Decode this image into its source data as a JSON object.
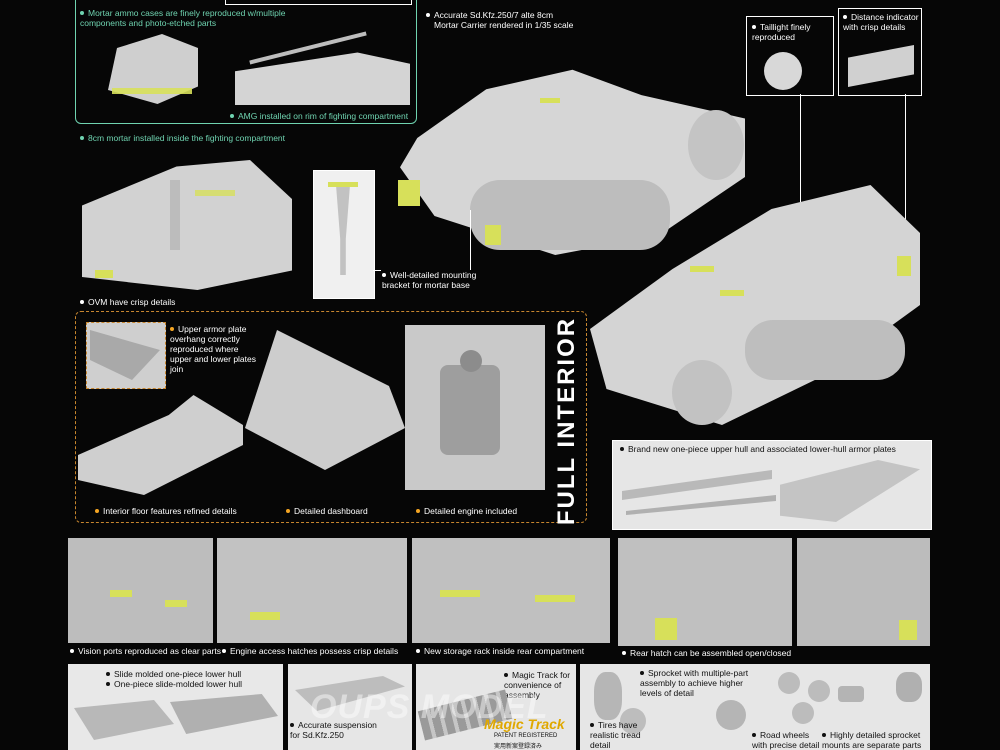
{
  "captions": {
    "mortar_ammo": "Mortar ammo cases are finely reproduced w/multiple components and photo-etched parts",
    "accurate_sdkfz": "Accurate Sd.Kfz.250/7 alte 8cm",
    "mortar_carrier": "Mortar Carrier rendered in 1/35 scale",
    "taillight": "Taillight finely reproduced",
    "distance_indicator": "Distance indicator with crisp details",
    "amg": "AMG installed on rim of fighting compartment",
    "mortar_installed": "8cm mortar installed inside the fighting compartment",
    "mounting_bracket": "Well-detailed mounting bracket for mortar base",
    "ovm": "OVM have crisp details",
    "upper_armor": "Upper armor plate overhang correctly reproduced where upper and lower plates join",
    "full_interior": "FULL INTERIOR",
    "interior_floor": "Interior floor features refined details",
    "dashboard": "Detailed dashboard",
    "engine": "Detailed engine included",
    "upper_hull": "Brand new one-piece upper hull and associated lower-hull armor plates",
    "vision_ports": "Vision ports reproduced as clear parts",
    "engine_hatches": "Engine access hatches possess crisp details",
    "storage_rack": "New storage rack inside rear compartment",
    "rear_hatch": "Rear hatch can be assembled open/closed",
    "slide_molded_1": "Slide molded one-piece lower hull",
    "slide_molded_2": "One-piece slide-molded lower hull",
    "suspension": "Accurate suspension for Sd.Kfz.250",
    "magic_track": "Magic Track for convenience of assembly",
    "magic_logo": "Magic Track",
    "patent": "PATENT REGISTERED",
    "patent_cn": "実用新案登録済み",
    "tires": "Tires have realistic tread detail",
    "sprocket": "Sprocket with multiple-part assembly to achieve higher levels of detail",
    "road_wheels": "Road wheels with precise detail",
    "sprocket_mounts": "Highly detailed sprocket mounts are separate parts"
  },
  "watermark": "OUPS MODEL",
  "colors": {
    "background": "#060606",
    "teal": "#6fd3b0",
    "orange": "#f5a623",
    "model_gray": "#d8d8d8",
    "photo_etch": "#d7e05a"
  }
}
